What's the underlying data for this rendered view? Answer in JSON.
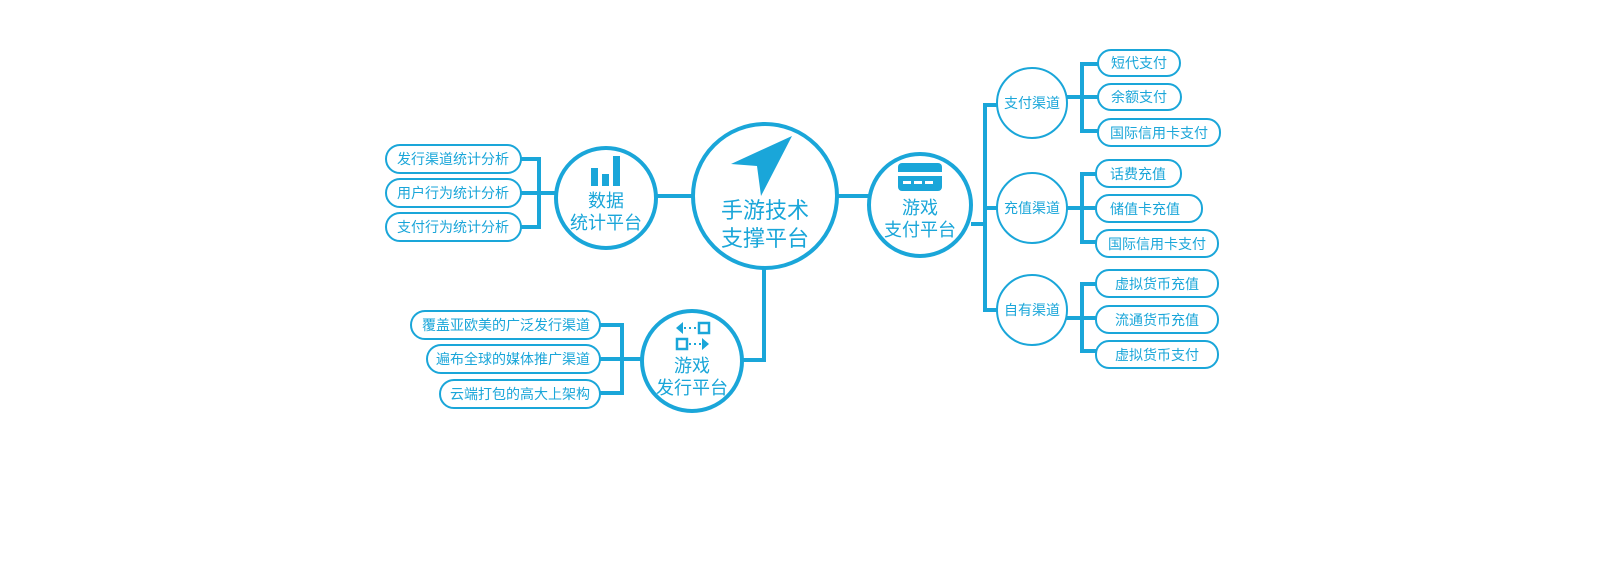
{
  "colors": {
    "primary": "#1aa6d9",
    "background": "#ffffff"
  },
  "center": {
    "line1": "手游技术",
    "line2": "支撑平台",
    "icon": "paper-plane-icon"
  },
  "data_platform": {
    "line1": "数据",
    "line2": "统计平台",
    "icon": "bar-chart-icon",
    "items": [
      "发行渠道统计分析",
      "用户行为统计分析",
      "支付行为统计分析"
    ]
  },
  "publish_platform": {
    "line1": "游戏",
    "line2": "发行平台",
    "icon": "transfer-arrows-icon",
    "items": [
      "覆盖亚欧美的广泛发行渠道",
      "遍布全球的媒体推广渠道",
      "云端打包的高大上架构"
    ]
  },
  "payment_platform": {
    "line1": "游戏",
    "line2": "支付平台",
    "icon": "credit-card-icon",
    "channels": [
      {
        "name": "支付渠道",
        "items": [
          "短代支付",
          "余额支付",
          "国际信用卡支付"
        ]
      },
      {
        "name": "充值渠道",
        "items": [
          "话费充值",
          "储值卡充值",
          "国际信用卡支付"
        ]
      },
      {
        "name": "自有渠道",
        "items": [
          "虚拟货币充值",
          "流通货币充值",
          "虚拟货币支付"
        ]
      }
    ]
  }
}
